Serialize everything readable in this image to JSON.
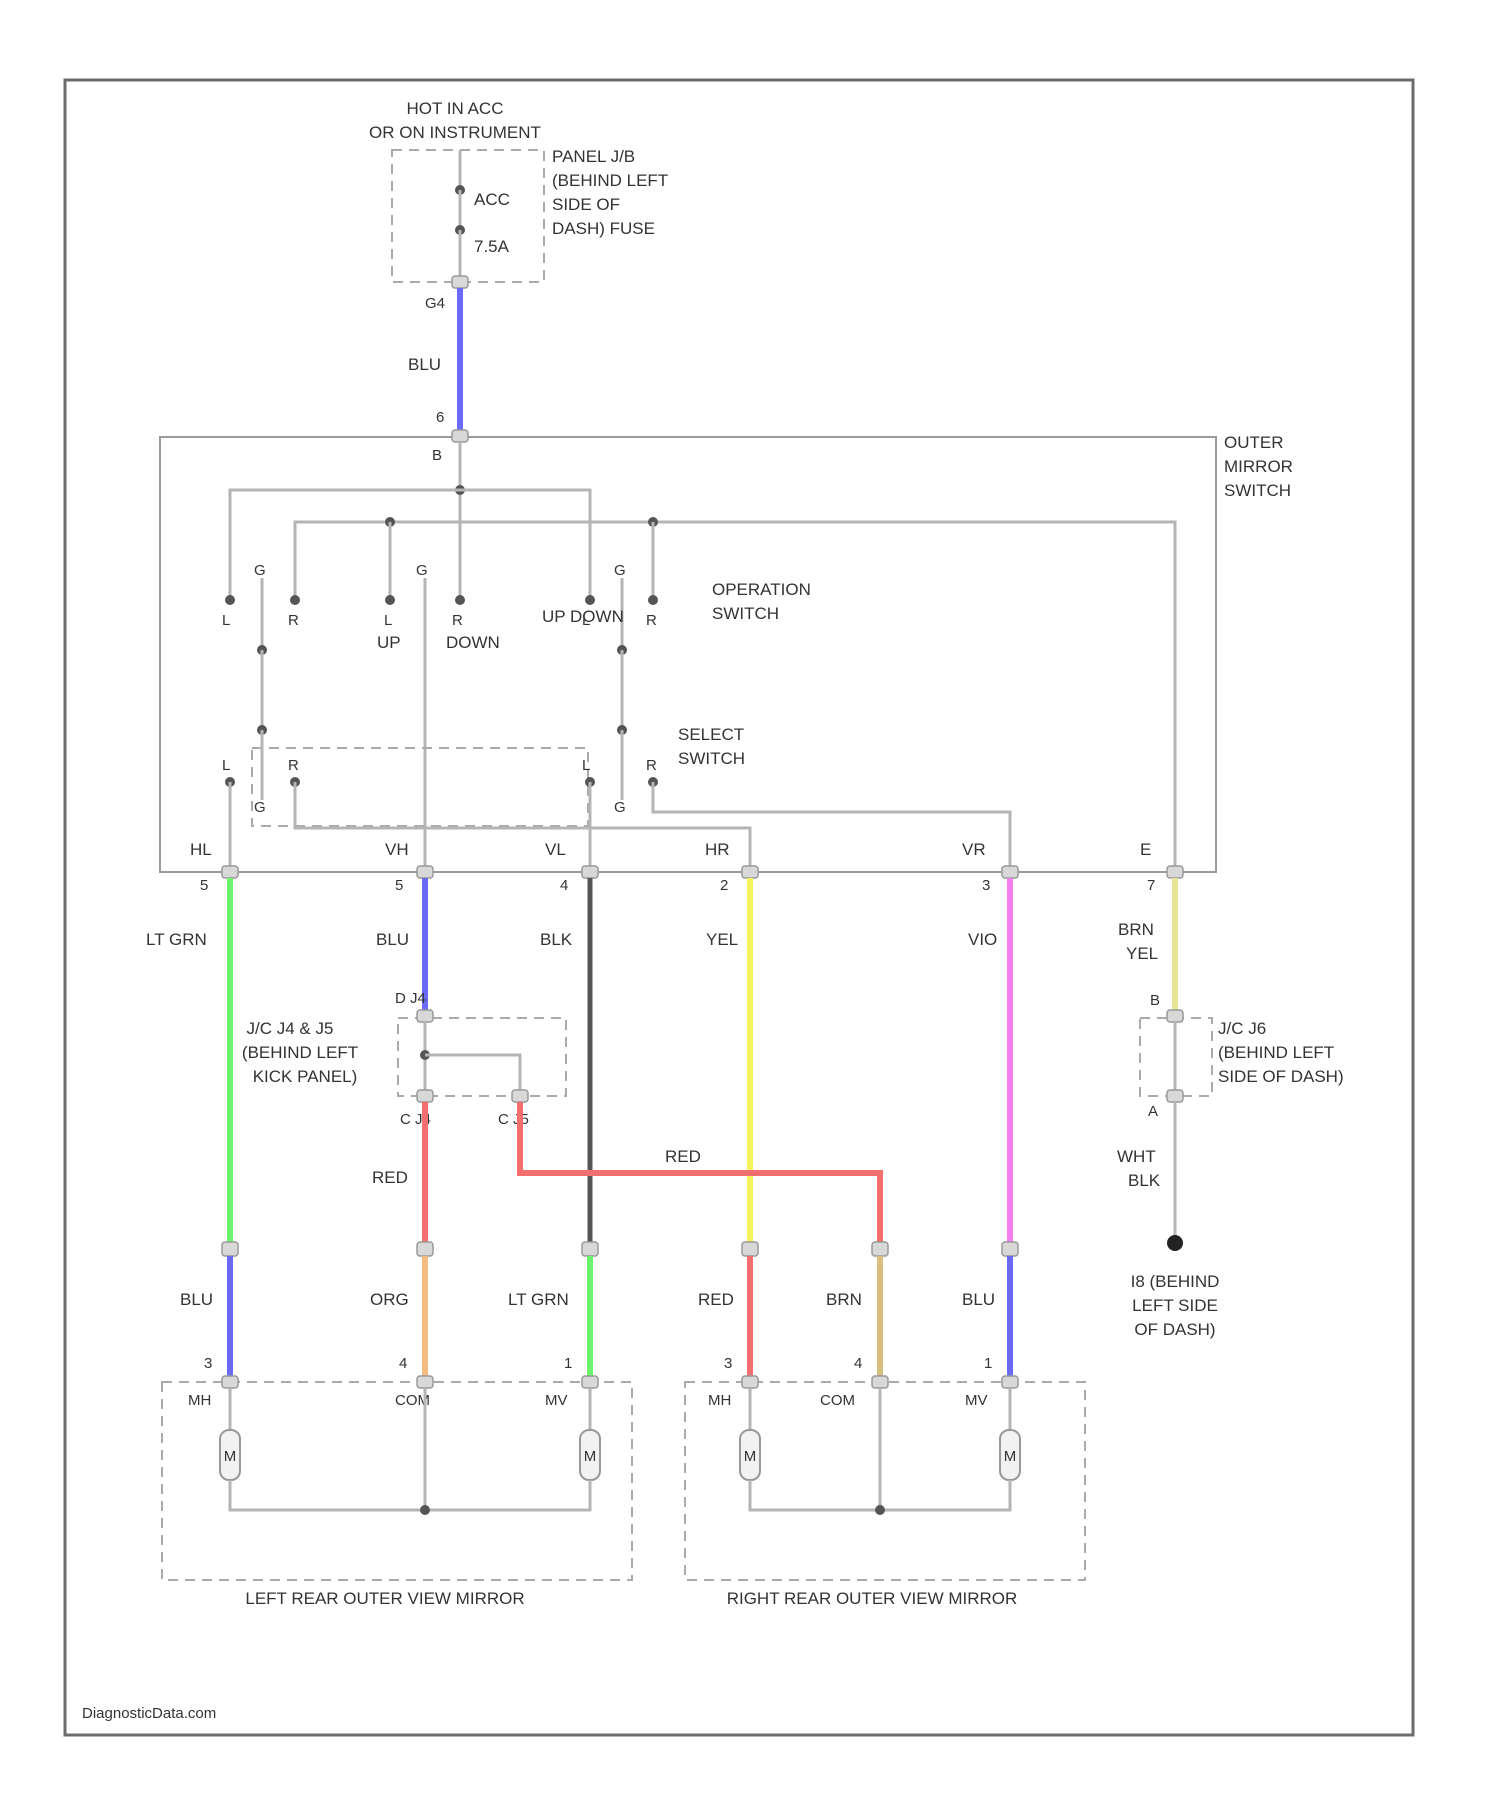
{
  "source": {
    "title_line1": "HOT IN ACC",
    "title_line2": "OR ON INSTRUMENT",
    "panel_label": [
      "PANEL J/B",
      "(BEHIND LEFT",
      "SIDE OF",
      "DASH) FUSE"
    ],
    "acc": "ACC",
    "fuse_rating": "7.5A",
    "connector": "G4"
  },
  "outer_mirror_switch": {
    "label": [
      "OUTER",
      "MIRROR",
      "SWITCH"
    ],
    "operation_label": [
      "OPERATION",
      "SWITCH"
    ],
    "select_label": [
      "SELECT",
      "SWITCH"
    ],
    "up": "UP",
    "down": "DOWN",
    "up_down": "UP DOWN",
    "op_pins": [
      "L",
      "R",
      "L",
      "R",
      "L",
      "R"
    ],
    "select_pins": [
      "L",
      "R",
      "L",
      "R"
    ],
    "top_pin": "6",
    "top_pin_b": "B",
    "terminals": [
      {
        "name": "HL",
        "pin": "5"
      },
      {
        "name": "VH",
        "pin": "5"
      },
      {
        "name": "VL",
        "pin": "4"
      },
      {
        "name": "HR",
        "pin": "2"
      },
      {
        "name": "VR",
        "pin": "3"
      },
      {
        "name": "E",
        "pin": "7"
      }
    ]
  },
  "wires": {
    "top_blu": "BLU",
    "hl": "LT GRN",
    "vh": "BLU",
    "vl": "BLK",
    "hr": "YEL",
    "vr": "VIO",
    "e": [
      "BRN",
      "YEL"
    ],
    "jc_out_left": "RED",
    "jc_out_right": "RED",
    "e_ground": [
      "WHT",
      "BLK"
    ]
  },
  "lower_wires": {
    "a": "BLU",
    "b": "ORG",
    "c": "LT GRN",
    "d": "RED",
    "e": "BRN",
    "f": "BLU"
  },
  "jc_left": {
    "label": [
      "J/C J4 & J5",
      "(BEHIND LEFT",
      "KICK PANEL)"
    ],
    "pin_in": "D J4",
    "pin_out1": "C J4",
    "pin_out2": "C J5"
  },
  "jc_right": {
    "label": [
      "J/C J6",
      "(BEHIND LEFT",
      "SIDE OF DASH)"
    ],
    "pin_in": "B",
    "pin_out": "A"
  },
  "ground": {
    "label": [
      "I8 (BEHIND",
      "LEFT SIDE",
      "OF DASH)"
    ]
  },
  "left_mirror": {
    "label": "LEFT REAR OUTER VIEW MIRROR",
    "pins": [
      "3",
      "4",
      "1"
    ],
    "terms": [
      "MH",
      "COM",
      "MV"
    ],
    "motor": "M"
  },
  "right_mirror": {
    "label": "RIGHT REAR OUTER VIEW MIRROR",
    "pins": [
      "3",
      "4",
      "1"
    ],
    "terms": [
      "MH",
      "COM",
      "MV"
    ],
    "motor": "M"
  },
  "watermark": "DiagnosticData.com",
  "colors": {
    "blue": "#6a6af5",
    "light_green": "#6cf56c",
    "black": "#555555",
    "yellow": "#f3f35c",
    "violet": "#f27ef2",
    "brown_yellow": "#e8e496",
    "red": "#f36e6e",
    "orange": "#f5bc82",
    "brown": "#d7c07e"
  }
}
